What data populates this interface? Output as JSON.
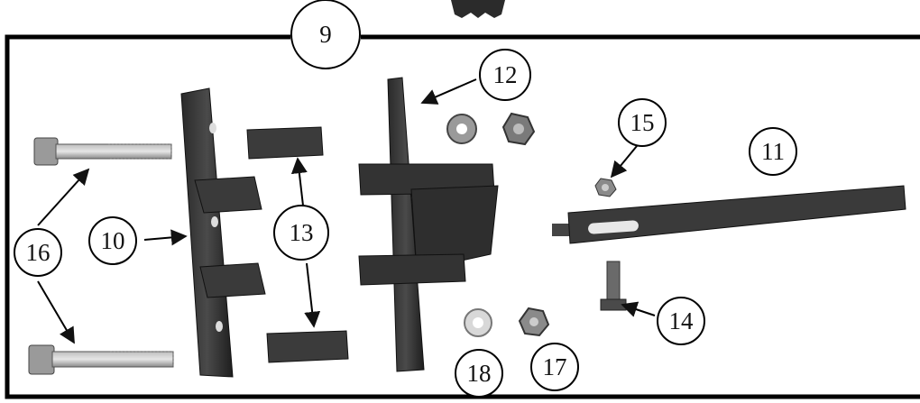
{
  "figure": {
    "title_number": "9",
    "callouts": [
      {
        "id": "bolt-long",
        "label": "16"
      },
      {
        "id": "bracket-left",
        "label": "10"
      },
      {
        "id": "spacer-tube",
        "label": "13"
      },
      {
        "id": "bracket-right",
        "label": "12"
      },
      {
        "id": "nut-small",
        "label": "15"
      },
      {
        "id": "shank-bar",
        "label": "11"
      },
      {
        "id": "bolt-short",
        "label": "14"
      },
      {
        "id": "washer",
        "label": "18"
      },
      {
        "id": "nut-large",
        "label": "17"
      }
    ]
  }
}
